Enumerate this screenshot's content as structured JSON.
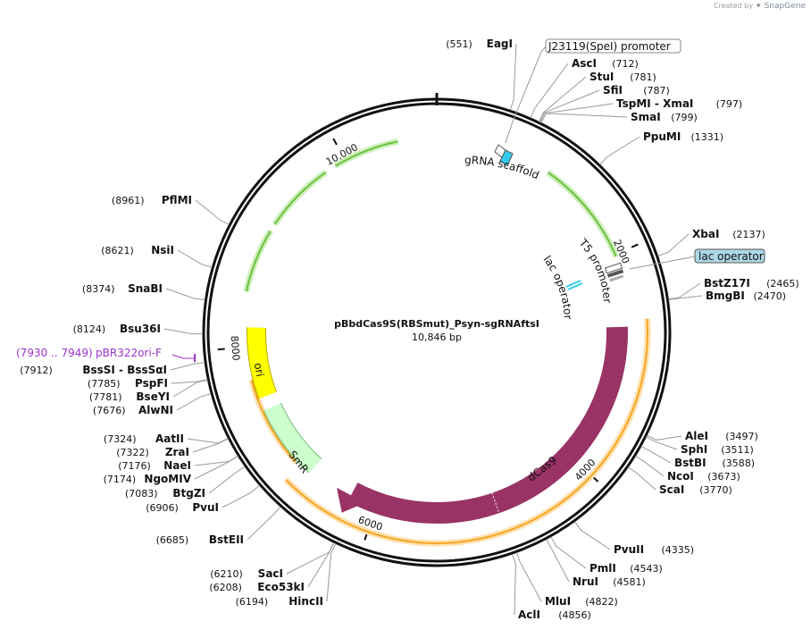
{
  "credit": {
    "prefix": "Created by",
    "brand": "SnapGene"
  },
  "plasmid": {
    "name": "pBbdCas9S(RBSmut)_Psyn-sgRNAftsI",
    "size_label": "10,846 bp",
    "length": 10846
  },
  "colors": {
    "backbone": "#111111",
    "dcas9": "#993366",
    "orange": "#f5a623",
    "green": "#6fbf3f",
    "ori": "#ffff00",
    "smr": "#ccffcc",
    "cyan": "#33ccee",
    "lac_box": "#add8e6"
  },
  "ticks": [
    {
      "label": "2000",
      "position": 2000
    },
    {
      "label": "4000",
      "position": 4000
    },
    {
      "label": "6000",
      "position": 6000
    },
    {
      "label": "8000",
      "position": 8000
    },
    {
      "label": "10,000",
      "position": 10000
    }
  ],
  "features": {
    "dcas9": {
      "label": "dCas9"
    },
    "smr": {
      "label": "SmR"
    },
    "ori": {
      "label": "ori"
    },
    "grna": {
      "label": "gRNA scaffold"
    },
    "t5": {
      "label": "T5 promoter"
    },
    "lac": {
      "label": "lac operator"
    }
  },
  "boxed_labels": {
    "j23119": {
      "text": "J23119(SpeI) promoter"
    },
    "lac_operator": {
      "text": "lac operator"
    }
  },
  "primer": {
    "range": "(7930 .. 7949)",
    "name": "pBR322ori-F"
  },
  "sites": [
    {
      "pos": "(551)",
      "name": "EagI",
      "side": "left",
      "bp": 551
    },
    {
      "pos": "(712)",
      "name": "AscI",
      "side": "right",
      "bp": 712
    },
    {
      "pos": "(781)",
      "name": "StuI",
      "side": "right",
      "bp": 781
    },
    {
      "pos": "(787)",
      "name": "SfiI",
      "side": "right",
      "bp": 787
    },
    {
      "pos": "(797)",
      "name": "TspMI - XmaI",
      "side": "right",
      "bp": 797
    },
    {
      "pos": "(799)",
      "name": "SmaI",
      "side": "right",
      "bp": 799
    },
    {
      "pos": "(1331)",
      "name": "PpuMI",
      "side": "right",
      "bp": 1331
    },
    {
      "pos": "(2137)",
      "name": "XbaI",
      "side": "right",
      "bp": 2137
    },
    {
      "pos": "(2465)",
      "name": "BstZ17I",
      "side": "right",
      "bp": 2465
    },
    {
      "pos": "(2470)",
      "name": "BmgBI",
      "side": "right",
      "bp": 2470
    },
    {
      "pos": "(3497)",
      "name": "AleI",
      "side": "right",
      "bp": 3497
    },
    {
      "pos": "(3511)",
      "name": "SphI",
      "side": "right",
      "bp": 3511
    },
    {
      "pos": "(3588)",
      "name": "BstBI",
      "side": "right",
      "bp": 3588
    },
    {
      "pos": "(3673)",
      "name": "NcoI",
      "side": "right",
      "bp": 3673
    },
    {
      "pos": "(3770)",
      "name": "ScaI",
      "side": "right",
      "bp": 3770
    },
    {
      "pos": "(4335)",
      "name": "PvuII",
      "side": "right",
      "bp": 4335
    },
    {
      "pos": "(4543)",
      "name": "PmlI",
      "side": "right",
      "bp": 4543
    },
    {
      "pos": "(4581)",
      "name": "NruI",
      "side": "right",
      "bp": 4581
    },
    {
      "pos": "(4822)",
      "name": "MluI",
      "side": "right",
      "bp": 4822
    },
    {
      "pos": "(4856)",
      "name": "AclI",
      "side": "right",
      "bp": 4856
    },
    {
      "pos": "(6194)",
      "name": "HincII",
      "side": "left",
      "bp": 6194
    },
    {
      "pos": "(6208)",
      "name": "Eco53kI",
      "side": "left",
      "bp": 6208
    },
    {
      "pos": "(6210)",
      "name": "SacI",
      "side": "left",
      "bp": 6210
    },
    {
      "pos": "(6685)",
      "name": "BstEII",
      "side": "left",
      "bp": 6685
    },
    {
      "pos": "(6906)",
      "name": "PvuI",
      "side": "left",
      "bp": 6906
    },
    {
      "pos": "(7083)",
      "name": "BtgZI",
      "side": "left",
      "bp": 7083
    },
    {
      "pos": "(7174)",
      "name": "NgoMIV",
      "side": "left",
      "bp": 7174
    },
    {
      "pos": "(7176)",
      "name": "NaeI",
      "side": "left",
      "bp": 7176
    },
    {
      "pos": "(7322)",
      "name": "ZraI",
      "side": "left",
      "bp": 7322
    },
    {
      "pos": "(7324)",
      "name": "AatII",
      "side": "left",
      "bp": 7324
    },
    {
      "pos": "(7676)",
      "name": "AlwNI",
      "side": "left",
      "bp": 7676
    },
    {
      "pos": "(7781)",
      "name": "BseYI",
      "side": "left",
      "bp": 7781
    },
    {
      "pos": "(7785)",
      "name": "PspFI",
      "side": "left",
      "bp": 7785
    },
    {
      "pos": "(7912)",
      "name": "BssSI - BssSαI",
      "side": "left",
      "bp": 7912
    },
    {
      "pos": "(8124)",
      "name": "Bsu36I",
      "side": "left",
      "bp": 8124
    },
    {
      "pos": "(8374)",
      "name": "SnaBI",
      "side": "left",
      "bp": 8374
    },
    {
      "pos": "(8621)",
      "name": "NsiI",
      "side": "left",
      "bp": 8621
    },
    {
      "pos": "(8961)",
      "name": "PflMI",
      "side": "left",
      "bp": 8961
    }
  ]
}
